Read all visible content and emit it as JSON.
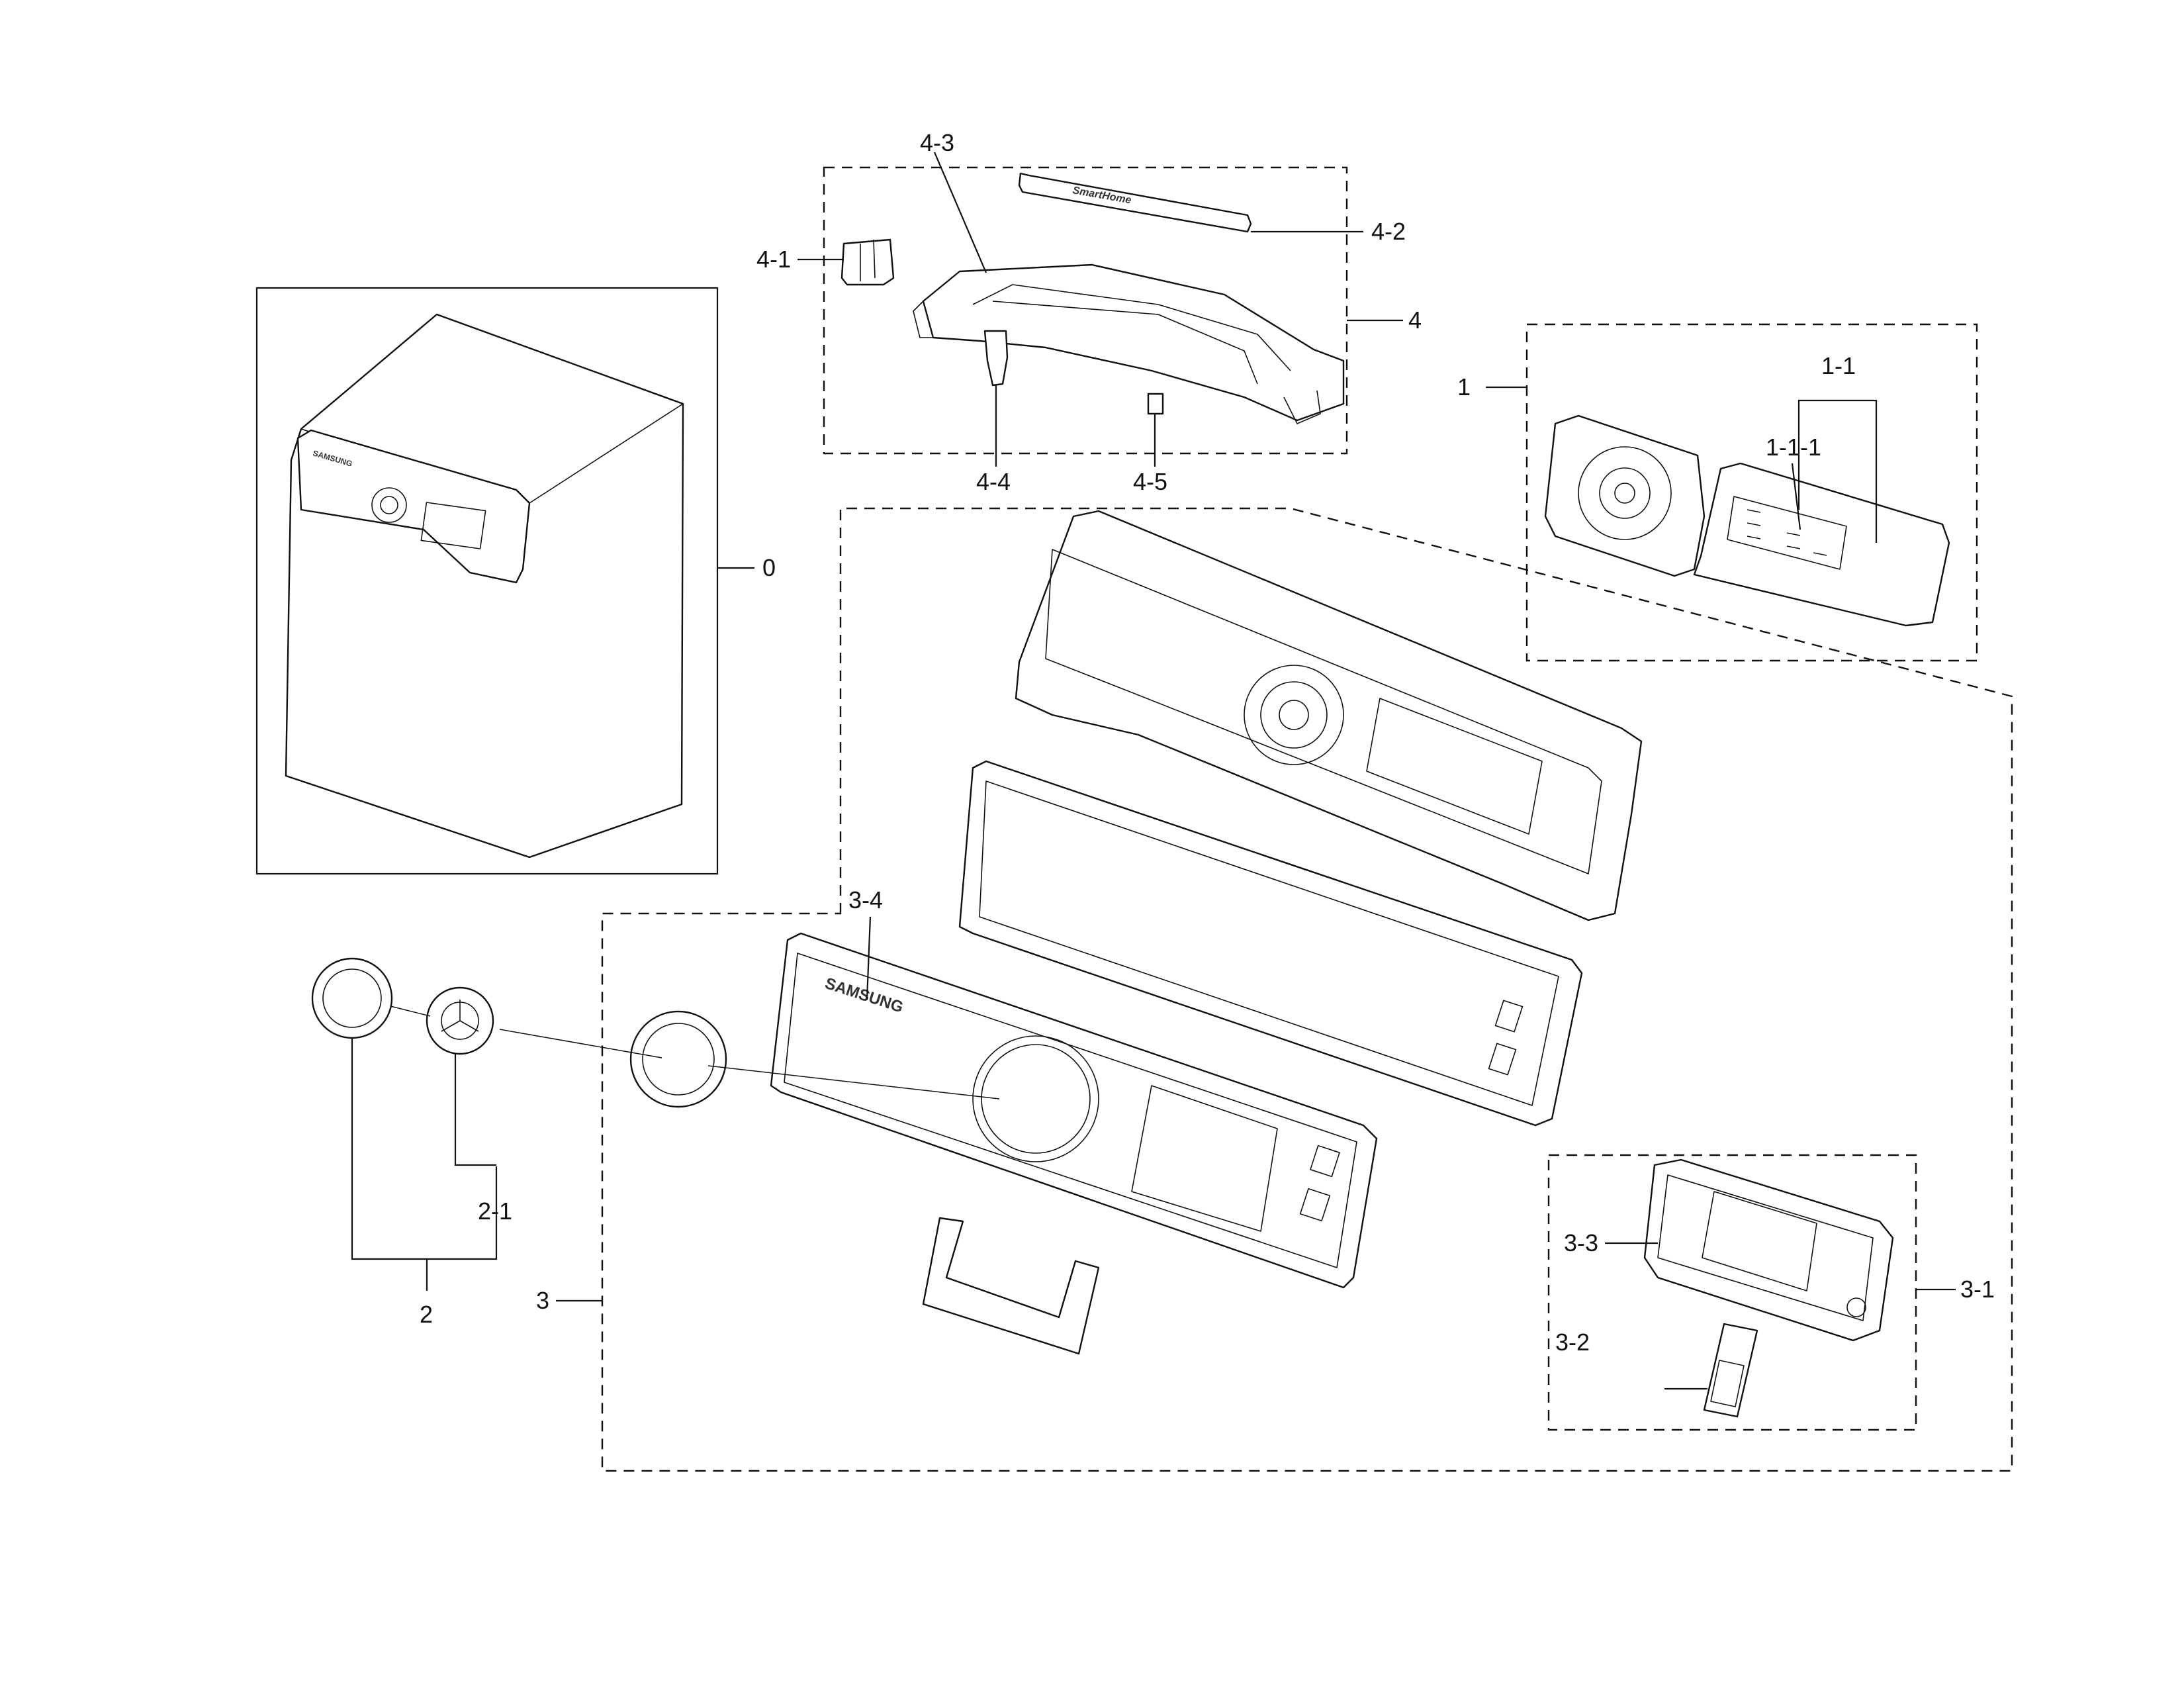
{
  "labels": {
    "l0": "0",
    "l1": "1",
    "l1_1": "1-1",
    "l1_1_1": "1-1-1",
    "l2": "2",
    "l2_1": "2-1",
    "l3": "3",
    "l3_1": "3-1",
    "l3_2": "3-2",
    "l3_3": "3-3",
    "l3_4": "3-4",
    "l4": "4",
    "l4_1": "4-1",
    "l4_2": "4-2",
    "l4_3": "4-3",
    "l4_4": "4-4",
    "l4_5": "4-5"
  },
  "part_markings": {
    "smarthome_badge": "SmartHome",
    "panel_brand": "SAMSUNG",
    "washer_brand": "SAMSUNG"
  }
}
